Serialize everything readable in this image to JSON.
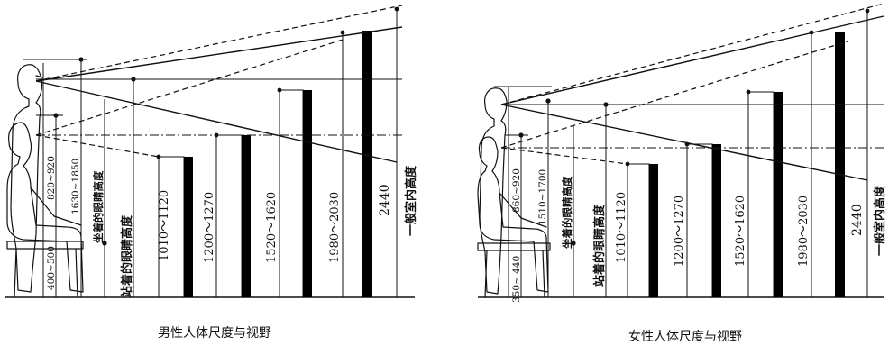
{
  "panels": [
    {
      "caption": "男性人体尺度与视野",
      "seated_eye_label": "坐着的眼睛高度",
      "standing_eye_label": "站着的眼睛高度",
      "room_label": "一般室内高度",
      "dims": {
        "seat": "400~500",
        "seated_eye": "820~920",
        "standing_eye": "1630~1850",
        "h1": "1010～1120",
        "h2": "1200～1270",
        "h3": "1520～1620",
        "h4": "1980～2030",
        "room": "2440"
      }
    },
    {
      "caption": "女性人体尺度与视野",
      "seated_eye_label": "坐着的眼睛高度",
      "standing_eye_label": "站着的眼睛高度",
      "room_label": "一般室内高度",
      "dims": {
        "seat": "350~ 440",
        "seated_eye": "860~920",
        "standing_eye": "1510~1700",
        "h1": "1010～1120",
        "h2": "1200～1270",
        "h3": "1520～1620",
        "h4": "1980～2030",
        "room": "2440"
      }
    }
  ]
}
